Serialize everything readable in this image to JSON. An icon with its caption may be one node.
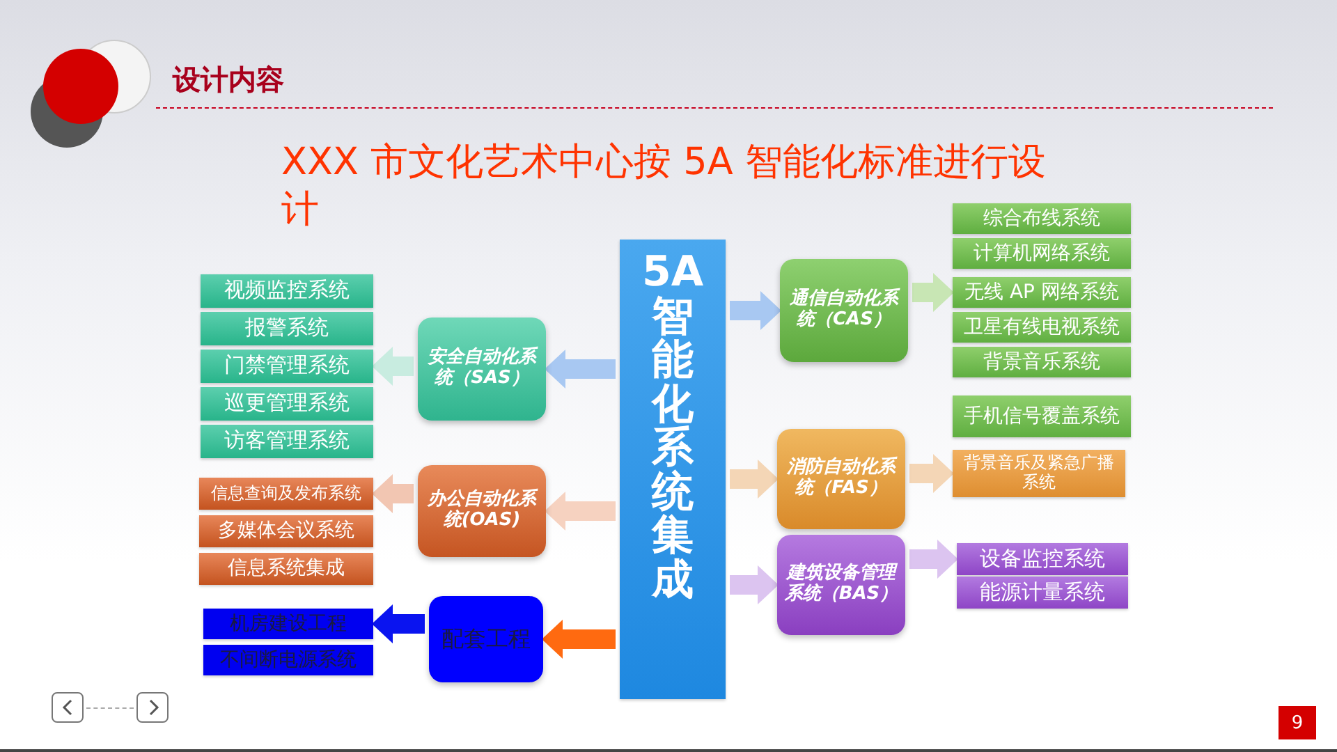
{
  "diagram": {
    "title": "设计内容",
    "nodes": [
      {
        "text": [
          "5A智能化系统集成"
        ]
      },
      {
        "text": [
          "安全自动化系统（SAS）"
        ]
      },
      {
        "text": [
          "视频监控系统"
        ]
      },
      {
        "text": [
          "报警系统"
        ]
      },
      {
        "text": [
          "门禁管理系统"
        ]
      },
      {
        "text": [
          "巡更管理系统"
        ]
      },
      {
        "text": [
          "访客管理系统"
        ]
      },
      {
        "text": [
          "办公自动化系统(OAS)"
        ]
      },
      {
        "text": [
          "信息查询及发布系统"
        ]
      },
      {
        "text": [
          "多媒体会议系统"
        ]
      },
      {
        "text": [
          "信息系统集成"
        ]
      },
      {
        "text": [
          "配套工程"
        ]
      },
      {
        "text": [
          "机房建设工程"
        ]
      },
      {
        "text": [
          "不间断电源系统"
        ]
      },
      {
        "text": [
          "通信自动化系统（CAS）"
        ]
      },
      {
        "text": [
          "综合布线系统"
        ]
      },
      {
        "text": [
          "计算机网络系统"
        ]
      },
      {
        "text": [
          "无线 AP 网络系统"
        ]
      },
      {
        "text": [
          "卫星有线电视系统"
        ]
      },
      {
        "text": [
          "背景音乐系统"
        ]
      },
      {
        "text": [
          "手机信号覆盖系统"
        ]
      },
      {
        "text": [
          "消防自动化系统（FAS）"
        ]
      },
      {
        "text": [
          "背景音乐及紧急广播系统"
        ]
      },
      {
        "text": [
          "建筑设备管理系统（BAS）"
        ]
      },
      {
        "text": [
          "设备监控系统"
        ]
      },
      {
        "text": [
          "能源计量系统"
        ]
      }
    ],
    "edges": [
      {
        "from": 0,
        "to": 1,
        "arrow": "to",
        "color": "#a8c8f2"
      },
      {
        "from": 1,
        "to": 4,
        "arrow": "to",
        "color": "#c8ece0"
      },
      {
        "from": 0,
        "to": 7,
        "arrow": "to",
        "color": "#f6d2c0"
      },
      {
        "from": 7,
        "to": 8,
        "arrow": "to",
        "color": "#f2c6b2"
      },
      {
        "from": 0,
        "to": 11,
        "arrow": "to",
        "color": "#ff6a10"
      },
      {
        "from": 11,
        "to": 12,
        "arrow": "to",
        "color": "#0a14f0"
      },
      {
        "from": 0,
        "to": 14,
        "arrow": "to",
        "color": "#a8c8f2"
      },
      {
        "from": 14,
        "to": 17,
        "arrow": "to",
        "color": "#c8e6b4"
      },
      {
        "from": 0,
        "to": 21,
        "arrow": "to",
        "color": "#f4d6b6"
      },
      {
        "from": 21,
        "to": 22,
        "arrow": "to",
        "color": "#f4d6b6"
      },
      {
        "from": 0,
        "to": 23,
        "arrow": "to",
        "color": "#dcc4f0"
      },
      {
        "from": 23,
        "to": 24,
        "arrow": "to",
        "color": "#dcc4f0"
      }
    ],
    "labels": [
      "XXX 市文化艺术中心按 5A 智能化标准进行设计",
      "9"
    ]
  }
}
